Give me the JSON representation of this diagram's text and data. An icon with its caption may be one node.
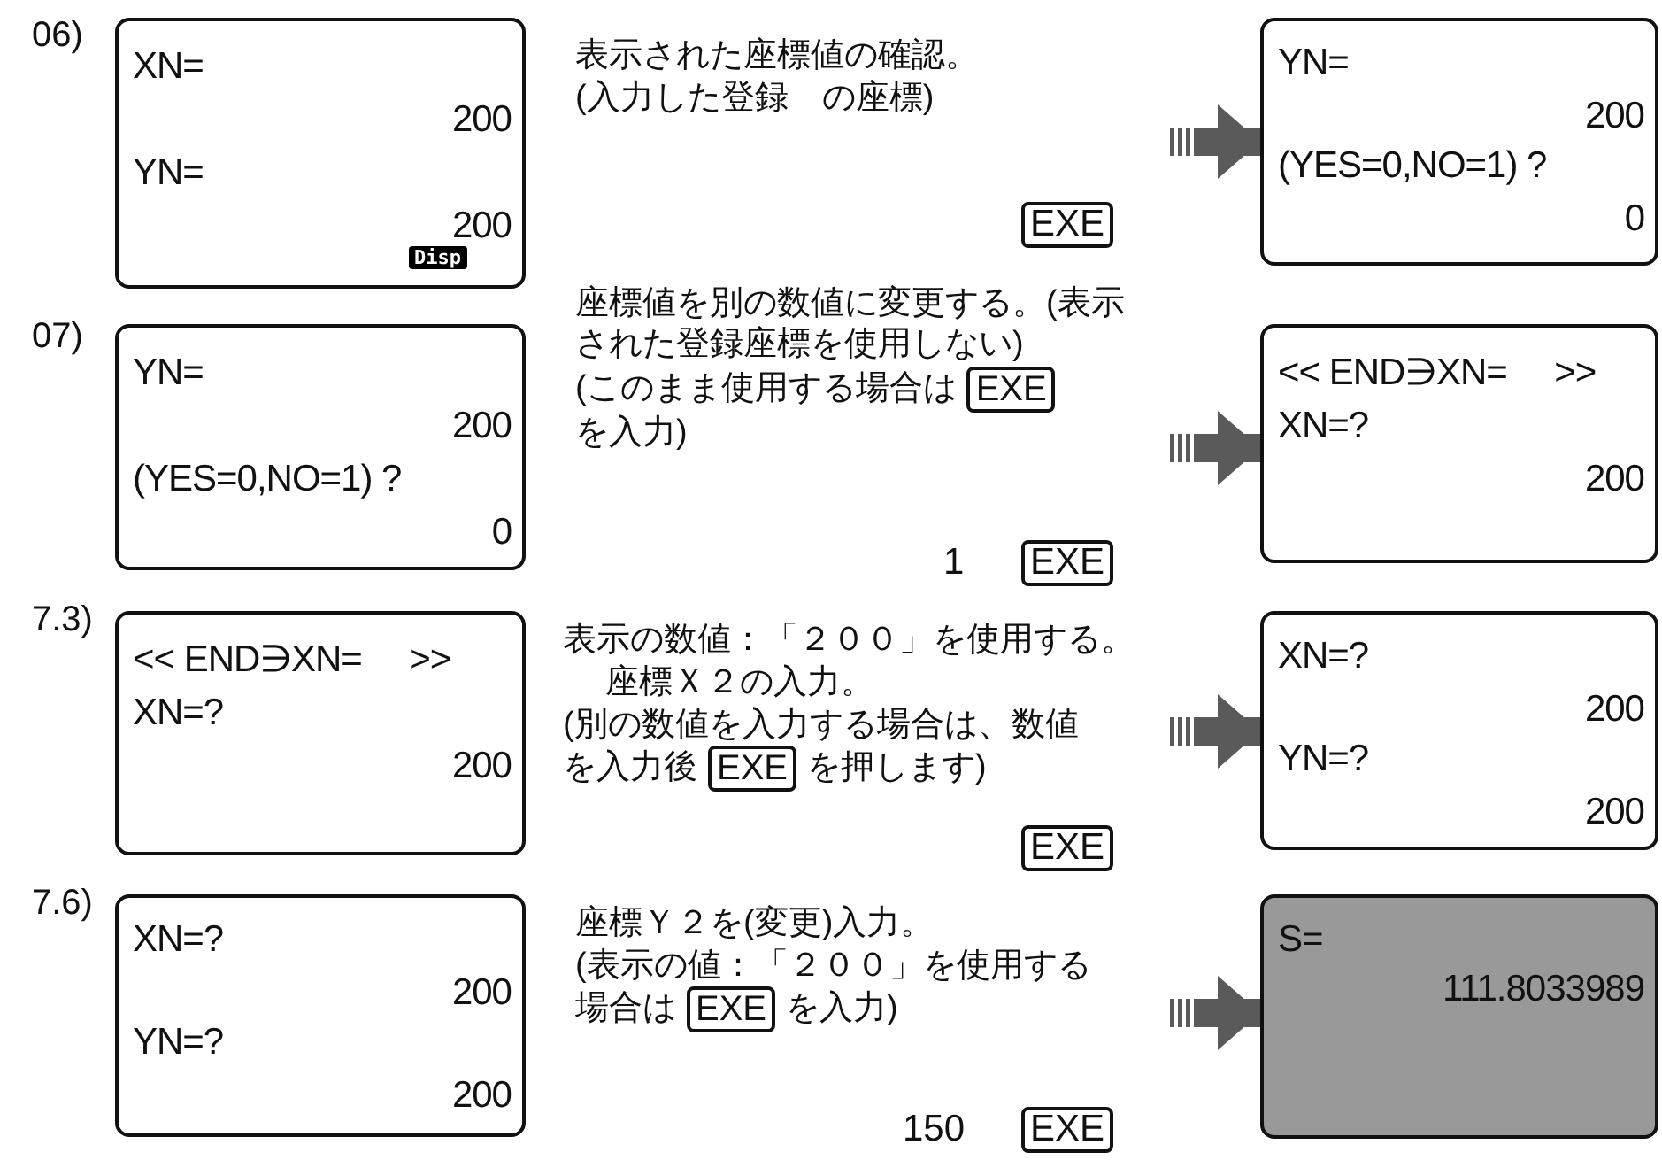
{
  "diagram": {
    "nodes": [
      {
        "text": [
          "XN=",
          "200",
          "YN=",
          "200",
          "Disp"
        ],
        "beside": [
          "06)"
        ]
      },
      {
        "text": [
          "表示された座標値の確認。",
          "(入力した登録　の座標)"
        ],
        "beside": [
          "EXE"
        ]
      },
      {
        "text": [
          "YN=",
          "200",
          "(YES=0,NO=1) ?",
          "0"
        ]
      },
      {
        "text": [
          "YN=",
          "200",
          "(YES=0,NO=1) ?",
          "0"
        ],
        "beside": [
          "07)"
        ]
      },
      {
        "text": [
          "座標値を別の数値に変更する。(表示された登録座標を使用しない)",
          "(このまま使用する場合は",
          "EXE",
          "を入力)"
        ],
        "beside": [
          "1",
          "EXE"
        ]
      },
      {
        "text": [
          "<< END∋XN=     >>",
          "XN=?",
          "200"
        ]
      },
      {
        "text": [
          "<< END∋XN=     >>",
          "XN=?",
          "200"
        ],
        "beside": [
          "7.3)"
        ]
      },
      {
        "text": [
          "表示の数値：「２００」を使用する。",
          "座標Ｘ２の入力。",
          "(別の数値を入力する場合は、数値を入力後",
          "EXE",
          "を押します)"
        ]
      },
      {
        "text": [
          "XN=?",
          "200",
          "YN=?",
          "200"
        ]
      },
      {
        "text": [
          "XN=?",
          "200",
          "YN=?",
          "200"
        ],
        "beside": [
          "7.6)"
        ]
      },
      {
        "text": [
          "座標Ｙ２を(変更)入力。",
          "(表示の値：「２００」を使用する場合は",
          "EXE",
          "を入力)"
        ],
        "beside": [
          "150",
          "EXE"
        ]
      },
      {
        "text": [
          "S=",
          "111.8033989"
        ]
      }
    ],
    "labels": [
      "EXE"
    ],
    "edges": [
      {
        "from": 1,
        "to": 2,
        "arrow": "to"
      },
      {
        "from": 4,
        "to": 5,
        "arrow": "to"
      },
      {
        "from": 7,
        "to": 8,
        "arrow": "to"
      },
      {
        "from": 10,
        "to": 11,
        "arrow": "to"
      }
    ]
  }
}
